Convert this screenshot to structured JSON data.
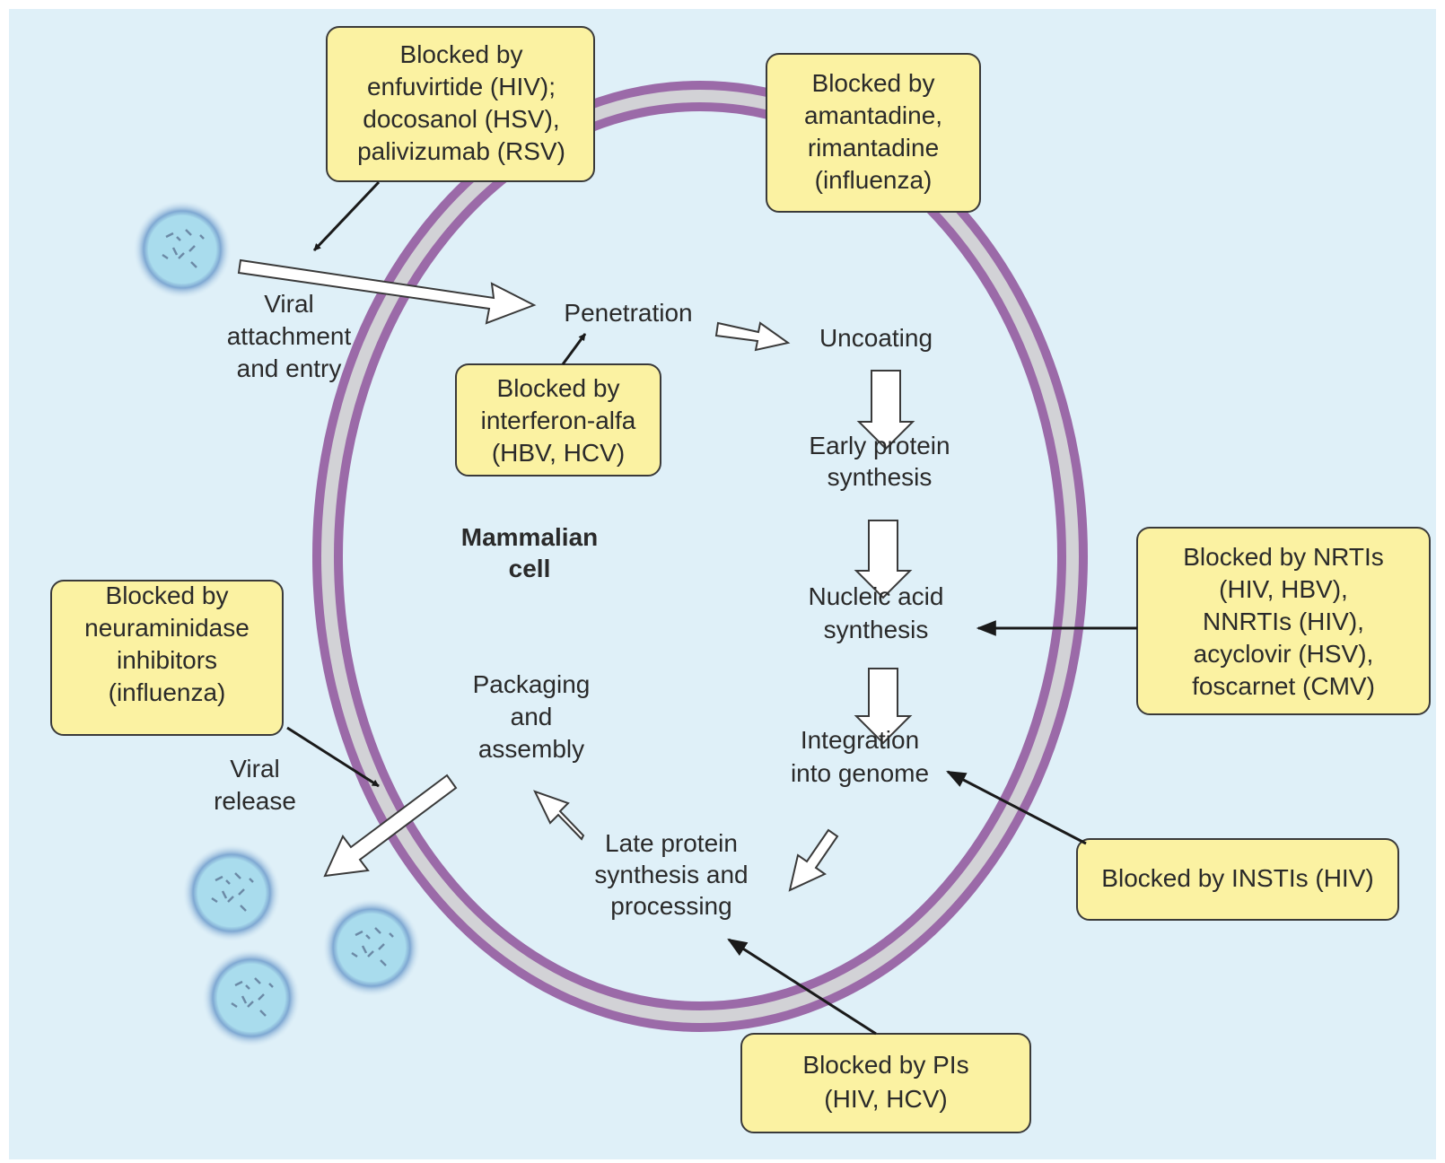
{
  "cell_label": [
    "Mammalian",
    "cell"
  ],
  "steps": {
    "viral_attachment": [
      "Viral",
      "attachment",
      "and entry"
    ],
    "penetration": [
      "Penetration"
    ],
    "uncoating": [
      "Uncoating"
    ],
    "early_protein": [
      "Early protein",
      "synthesis"
    ],
    "nucleic_acid": [
      "Nucleic acid",
      "synthesis"
    ],
    "integration": [
      "Integration",
      "into genome"
    ],
    "late_protein": [
      "Late protein",
      "synthesis and",
      "processing"
    ],
    "packaging": [
      "Packaging",
      "and",
      "assembly"
    ],
    "viral_release": [
      "Viral",
      "release"
    ]
  },
  "blockers": {
    "enfuvirtide": [
      "Blocked by",
      "enfuvirtide (HIV);",
      "docosanol (HSV),",
      "palivizumab (RSV)"
    ],
    "amantadine": [
      "Blocked by",
      "amantadine,",
      "rimantadine",
      "(influenza)"
    ],
    "interferon": [
      "Blocked by",
      "interferon-alfa",
      "(HBV, HCV)"
    ],
    "nrti": [
      "Blocked by NRTIs",
      "(HIV, HBV),",
      "NNRTIs (HIV),",
      "acyclovir (HSV),",
      "foscarnet (CMV)"
    ],
    "neuraminidase": [
      "Blocked by",
      "neuraminidase",
      "inhibitors",
      "(influenza)"
    ],
    "insti": [
      "Blocked by INSTIs (HIV)"
    ],
    "pi": [
      "Blocked by PIs",
      "(HIV, HCV)"
    ]
  },
  "colors": {
    "background": "#dff0f8",
    "membrane": "#9b6aa8",
    "membrane_inner": "#d2d2d6",
    "callout_fill": "#fbf2a2",
    "virion": "#a9dced"
  }
}
